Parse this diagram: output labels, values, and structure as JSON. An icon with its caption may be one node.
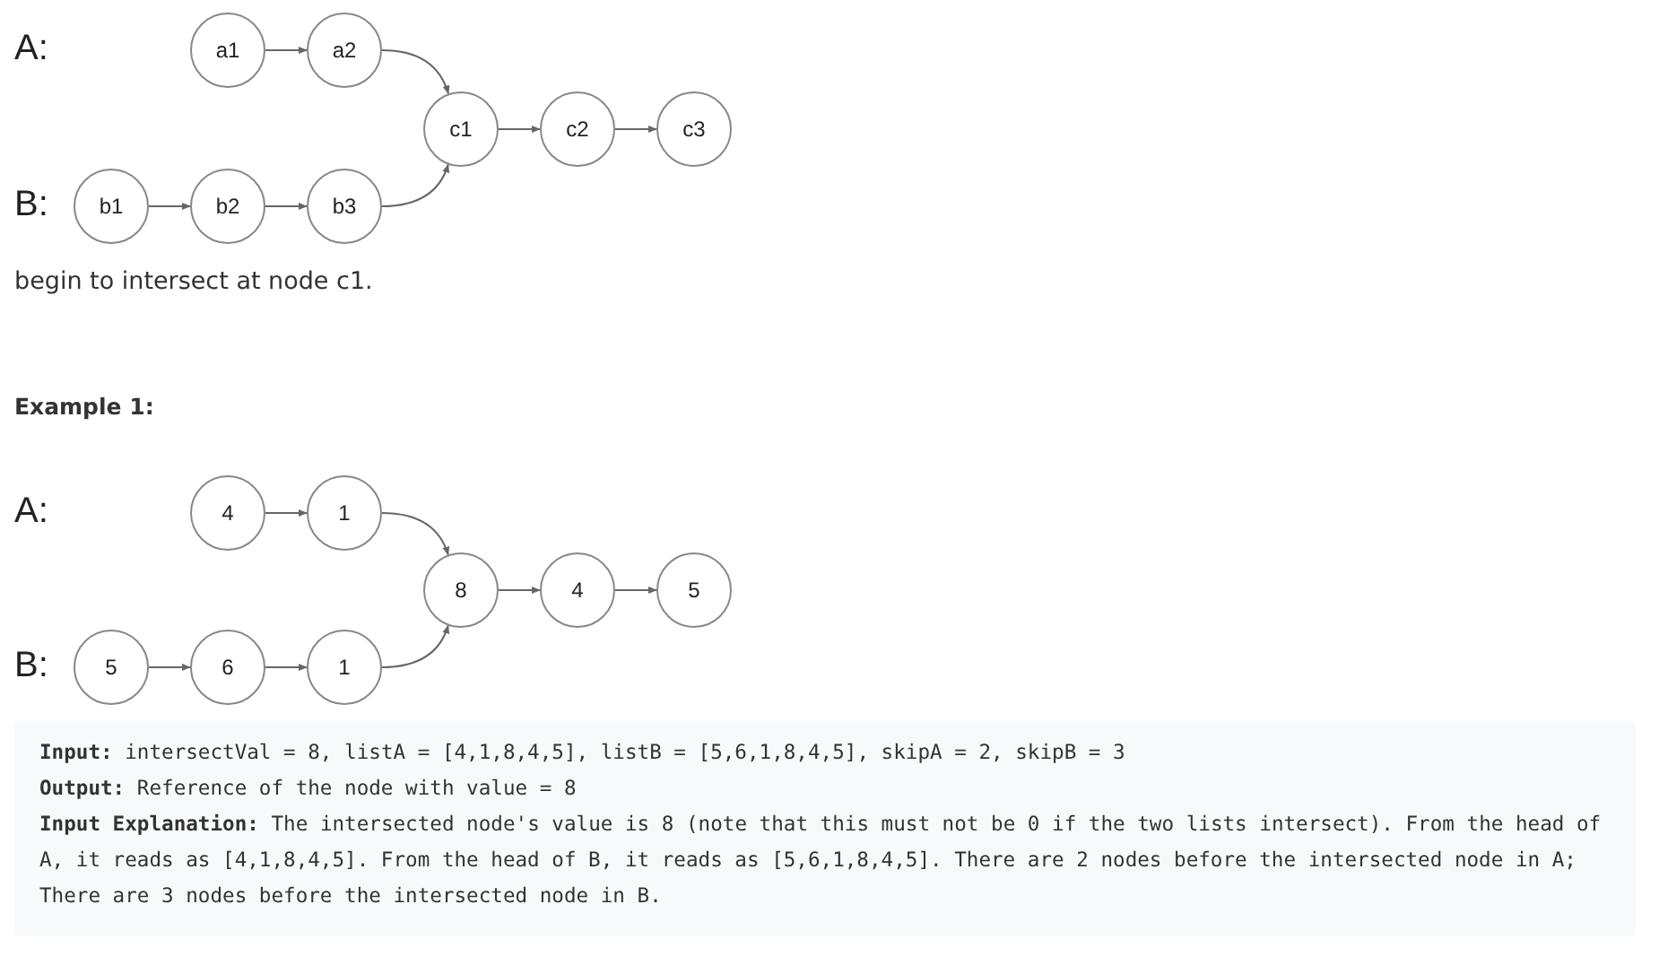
{
  "diagram": {
    "nodes": [
      {
        "text": [
          "a1"
        ]
      },
      {
        "text": [
          "a2"
        ]
      },
      {
        "text": [
          "c1"
        ]
      },
      {
        "text": [
          "c2"
        ]
      },
      {
        "text": [
          "c3"
        ]
      },
      {
        "text": [
          "b1"
        ]
      },
      {
        "text": [
          "b2"
        ]
      },
      {
        "text": [
          "b3"
        ]
      },
      {
        "text": [
          "4"
        ]
      },
      {
        "text": [
          "1"
        ]
      },
      {
        "text": [
          "8"
        ]
      },
      {
        "text": [
          "4"
        ]
      },
      {
        "text": [
          "5"
        ]
      },
      {
        "text": [
          "5"
        ]
      },
      {
        "text": [
          "6"
        ]
      },
      {
        "text": [
          "1"
        ]
      }
    ],
    "edges": [
      {
        "from": 0,
        "to": 1,
        "arrow": "to"
      },
      {
        "from": 1,
        "to": 2,
        "arrow": "to"
      },
      {
        "from": 2,
        "to": 3,
        "arrow": "to"
      },
      {
        "from": 3,
        "to": 4,
        "arrow": "to"
      },
      {
        "from": 5,
        "to": 6,
        "arrow": "to"
      },
      {
        "from": 6,
        "to": 7,
        "arrow": "to"
      },
      {
        "from": 7,
        "to": 2,
        "arrow": "to"
      },
      {
        "from": 8,
        "to": 9,
        "arrow": "to"
      },
      {
        "from": 9,
        "to": 10,
        "arrow": "to"
      },
      {
        "from": 10,
        "to": 11,
        "arrow": "to"
      },
      {
        "from": 11,
        "to": 12,
        "arrow": "to"
      },
      {
        "from": 13,
        "to": 14,
        "arrow": "to"
      },
      {
        "from": 14,
        "to": 15,
        "arrow": "to"
      },
      {
        "from": 15,
        "to": 10,
        "arrow": "to"
      }
    ],
    "labels": [
      "A:",
      "B:",
      "begin to intersect at node c1.",
      "Example 1:",
      "A:",
      "B:",
      "**Input:** intersectVal = 8, listA = [4,1,8,4,5], listB = [5,6,1,8,4,5], skipA = 2, skipB = 3",
      "**Output:** Reference of the node with value = 8",
      "**Input Explanation:** The intersected node's value is 8 (note that this must not be 0 if the two lists intersect). From the head of A, it reads as [4,1,8,4,5]. From the head of B, it reads as [5,6,1,8,4,5]. There are 2 nodes before the intersected node in A; There are 3 nodes before the intersected node in B."
    ]
  }
}
